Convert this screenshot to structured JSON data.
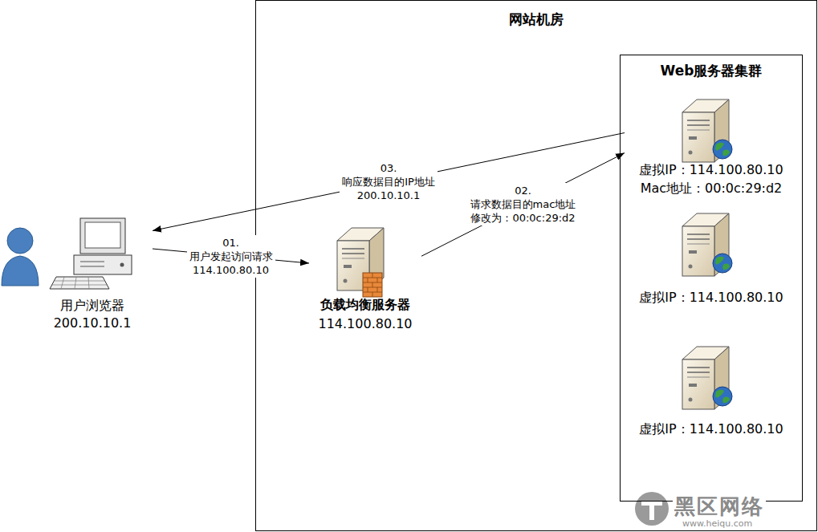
{
  "diagram": {
    "nodes": [
      {
        "text": [
          "网站机房"
        ]
      },
      {
        "text": [
          "用户浏览器",
          "200.10.10.1"
        ]
      },
      {
        "text": [
          "负载均衡服务器",
          "114.100.80.10"
        ],
        "in": 0
      },
      {
        "text": [
          "Web服务器集群"
        ],
        "in": 0
      },
      {
        "text": [
          "虚拟IP：114.100.80.10",
          "Mac地址：00:0c:29:d2"
        ],
        "in": 3
      },
      {
        "text": [
          "虚拟IP：114.100.80.10"
        ],
        "in": 3
      },
      {
        "text": [
          "虚拟IP：114.100.80.10"
        ],
        "in": 3
      }
    ],
    "edges": [
      {
        "from": 1,
        "to": 2,
        "arrow": "to",
        "label": "01.用户发起访问请求 114.100.80.10"
      },
      {
        "from": 2,
        "to": 4,
        "arrow": "to",
        "label": "02.请求数据目的mac地址 修改为：00:0c:29:d2"
      },
      {
        "from": 4,
        "to": 1,
        "arrow": "to",
        "label": "03.响应数据目的IP地址 200.10.10.1"
      }
    ],
    "labels": [
      "黑区网络",
      "www.heiqu.com"
    ]
  }
}
